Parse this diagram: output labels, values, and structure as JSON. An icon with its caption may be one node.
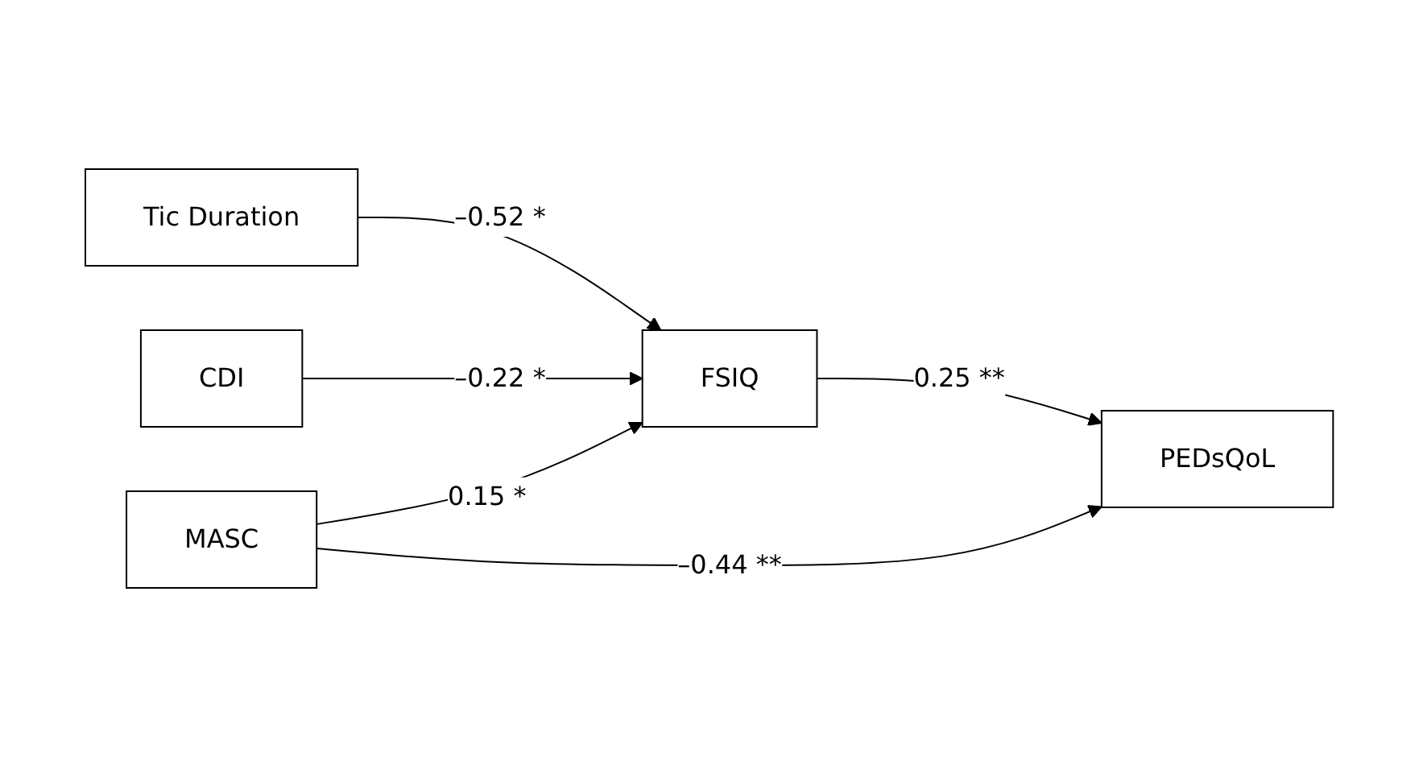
{
  "diagram": {
    "nodes": [
      {
        "text": [
          "FSIQ"
        ]
      },
      {
        "text": [
          "Tic Duration"
        ]
      },
      {
        "text": [
          "CDI"
        ]
      },
      {
        "text": [
          "PEDsQoL"
        ]
      },
      {
        "text": [
          "MASC"
        ]
      }
    ],
    "edges": [
      {
        "from": 1,
        "to": 0,
        "arrow": "to",
        "label": "–0.52 *"
      },
      {
        "from": 2,
        "to": 0,
        "arrow": "to",
        "label": "–0.22 *"
      },
      {
        "from": 4,
        "to": 0,
        "arrow": "to",
        "label": "0.15 *"
      },
      {
        "from": 0,
        "to": 3,
        "arrow": "to",
        "label": "0.25 **"
      },
      {
        "from": 4,
        "to": 3,
        "arrow": "to",
        "label": "–0.44 **"
      }
    ]
  }
}
